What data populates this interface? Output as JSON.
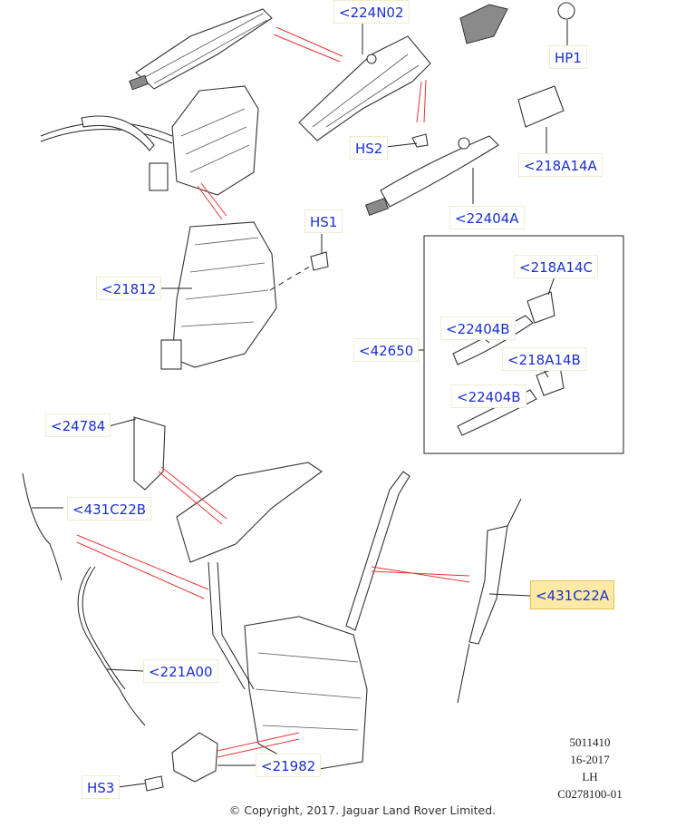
{
  "callouts": {
    "c224N02": "<224N02",
    "hp1": "HP1",
    "hs2": "HS2",
    "c218A14A": "<218A14A",
    "hs1": "HS1",
    "c22404A": "<22404A",
    "c21812": "<21812",
    "c218A14C": "<218A14C",
    "c42650": "<42650",
    "c22404B_1": "<22404B",
    "c218A14B": "<218A14B",
    "c22404B_2": "<22404B",
    "c24784": "<24784",
    "c431C22B": "<431C22B",
    "c431C22A": "<431C22A",
    "c221A00": "<221A00",
    "c21982": "<21982",
    "hs3": "HS3"
  },
  "info": {
    "number": "5011410",
    "date": "16-2017",
    "side": "LH",
    "code": "C0278100-01"
  },
  "copyright": "© Copyright, 2017. Jaguar Land Rover Limited.",
  "colors": {
    "callout_text": "#1a2fd0",
    "highlight_fill": "#fbe9a6",
    "leader_red": "#e33333"
  }
}
